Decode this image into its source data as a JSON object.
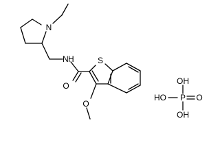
{
  "structure": {
    "main_molecule": {
      "atoms": {
        "pyrrolidine_nitrogen": "N",
        "amide_nitrogen": "N",
        "amide_hydrogen": "H",
        "thiophene_sulfur": "S",
        "carbonyl_oxygen": "O",
        "methoxy_oxygen": "O"
      }
    },
    "phosphoric_acid": {
      "labels": {
        "hydroxyl_top": "OH",
        "hydroxyl_left": "HO",
        "phosphorus": "P",
        "oxo": "O",
        "hydroxyl_bottom": "OH"
      }
    }
  }
}
